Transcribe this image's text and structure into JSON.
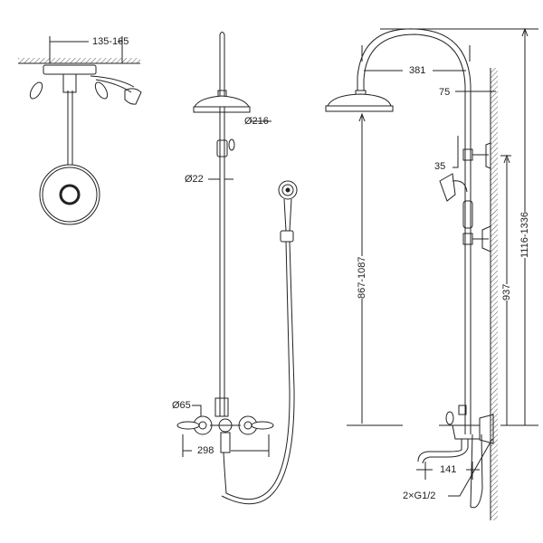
{
  "top_view": {
    "dim_width": "135-165"
  },
  "front_view": {
    "head_diameter": "Ø216",
    "rail_diameter": "Ø22",
    "handle_diameter": "Ø65",
    "mixer_width": "298"
  },
  "side_view": {
    "arm_reach": "381",
    "wall_offset": "75",
    "bracket_offset": "35",
    "head_height": "867-1087",
    "bracket_height": "937",
    "total_height": "1116-1336",
    "spout_length": "141",
    "connection": "2×G1/2"
  },
  "colors": {
    "line": "#222222",
    "background": "#ffffff"
  }
}
